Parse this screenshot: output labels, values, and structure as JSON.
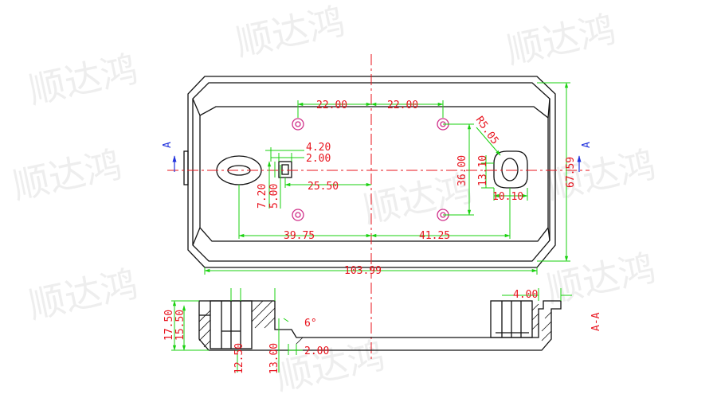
{
  "watermark": {
    "text": "顺达鸿"
  },
  "top_view": {
    "section_marker": "A",
    "dimensions": {
      "overall_width": "103.99",
      "overall_height": "67.59",
      "hole_left_spacing": "22.00",
      "hole_right_spacing": "22.00",
      "hole_vertical_spacing": "36.00",
      "radius": "R5.05",
      "slot_width": "4.20",
      "slot_inner": "2.00",
      "slot_to_center": "25.50",
      "slot_height": "7.20",
      "slot_inner_height": "5.00",
      "mount_left": "39.75",
      "mount_right": "41.25",
      "mount_slot_height": "13.10",
      "mount_slot_width": "10.10"
    }
  },
  "section_view": {
    "label": "A-A",
    "dimensions": {
      "outer_height": "17.50",
      "inner_height": "15.50",
      "boss_depth": "12.50",
      "boss_height": "13.00",
      "draft_angle": "6°",
      "floor_thickness": "2.00",
      "wall_thickness": "4.00"
    }
  },
  "colors": {
    "outline": "#111111",
    "dimension": "#19d10f",
    "text": "#e8141e",
    "centerline": "#e8141e"
  }
}
